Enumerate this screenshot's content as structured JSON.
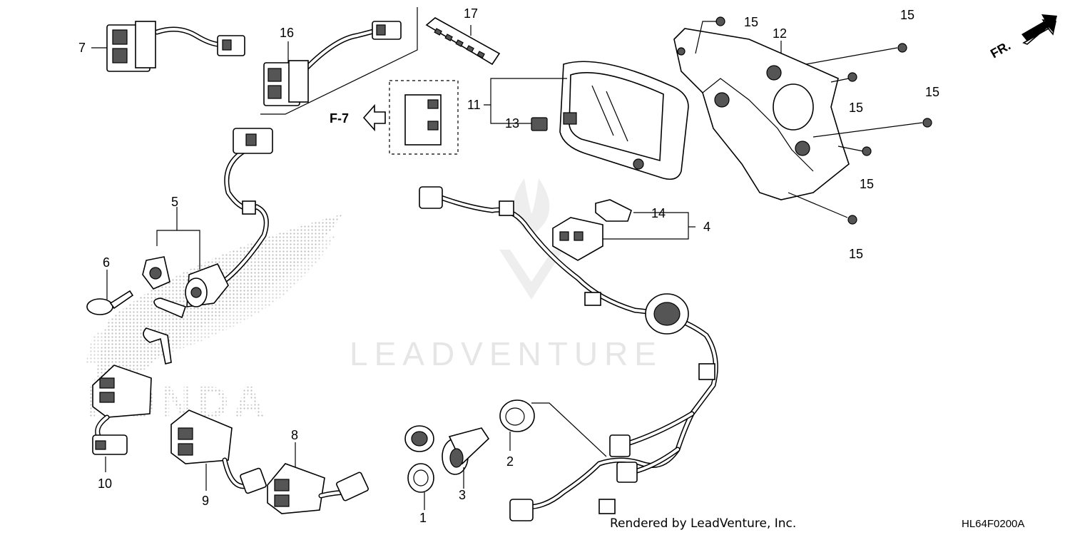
{
  "diagram": {
    "callouts": [
      {
        "id": "c1",
        "text": "1"
      },
      {
        "id": "c2",
        "text": "2"
      },
      {
        "id": "c3",
        "text": "3"
      },
      {
        "id": "c4",
        "text": "4"
      },
      {
        "id": "c5",
        "text": "5"
      },
      {
        "id": "c6",
        "text": "6"
      },
      {
        "id": "c7",
        "text": "7"
      },
      {
        "id": "c8",
        "text": "8"
      },
      {
        "id": "c9",
        "text": "9"
      },
      {
        "id": "c10",
        "text": "10"
      },
      {
        "id": "c11",
        "text": "11"
      },
      {
        "id": "c12",
        "text": "12"
      },
      {
        "id": "c13",
        "text": "13"
      },
      {
        "id": "c14",
        "text": "14"
      },
      {
        "id": "c15a",
        "text": "15"
      },
      {
        "id": "c15b",
        "text": "15"
      },
      {
        "id": "c15c",
        "text": "15"
      },
      {
        "id": "c15d",
        "text": "15"
      },
      {
        "id": "c15e",
        "text": "15"
      },
      {
        "id": "c15f",
        "text": "15"
      },
      {
        "id": "c16",
        "text": "16"
      },
      {
        "id": "c17",
        "text": "17"
      }
    ],
    "reference": "F-7",
    "front_indicator": "FR.",
    "watermark_text": "LEADVENTURE",
    "brand_mark_text": "HONDA",
    "footer_credit": "Rendered by LeadVenture, Inc.",
    "diagram_code": "HL64F0200A",
    "colors": {
      "ink": "#000000",
      "watermark": "#e6e6e6",
      "background": "#ffffff"
    }
  }
}
